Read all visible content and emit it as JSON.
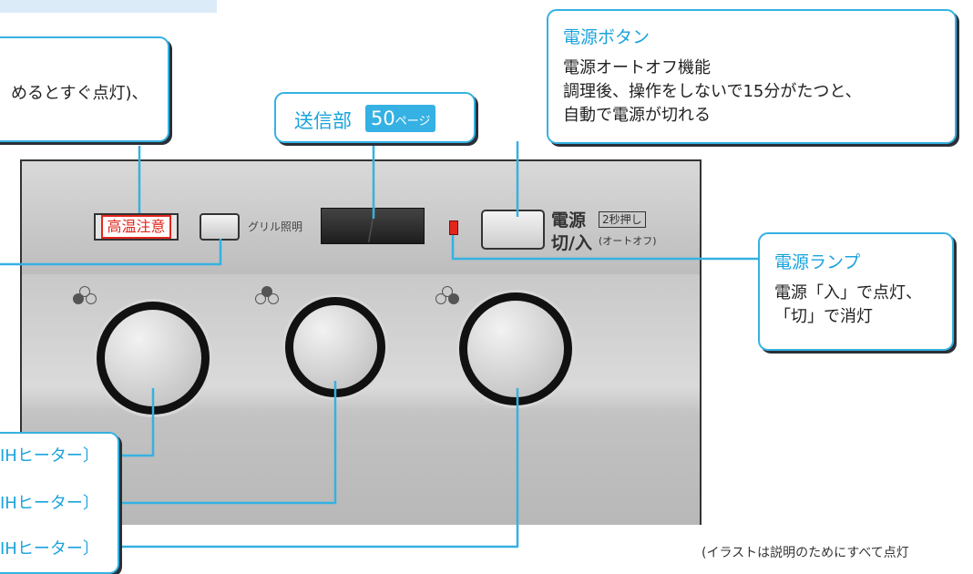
{
  "callout_left": {
    "text": "めるとすぐ点灯)、"
  },
  "sender": {
    "title": "送信部",
    "badge": "50",
    "badge_suffix": "ページ"
  },
  "power_button": {
    "title": "電源ボタン",
    "subtitle": "電源オートオフ機能",
    "description_lines": [
      "調理後、操作をしないで15分がたつと、",
      "自動で電源が切れる"
    ]
  },
  "power_lamp": {
    "title": "電源ランプ",
    "lines": [
      "電源「入」で点灯、",
      "「切」で消灯"
    ]
  },
  "panel": {
    "warning_label": "高温注意",
    "grill_label": "グリル照明",
    "power_label_1": "電源",
    "power_label_2": "切/入",
    "power_hold": "2秒押し",
    "power_auto_off": "(オートオフ)"
  },
  "ih_labels": [
    "IHヒーター〕",
    "IHヒーター〕",
    "IHヒーター〕"
  ],
  "footnote": "(イラストは説明のためにすべて点灯",
  "colors": {
    "accent": "#35b1e3",
    "accent_text": "#1aa3dc",
    "warning": "#e3261c"
  }
}
